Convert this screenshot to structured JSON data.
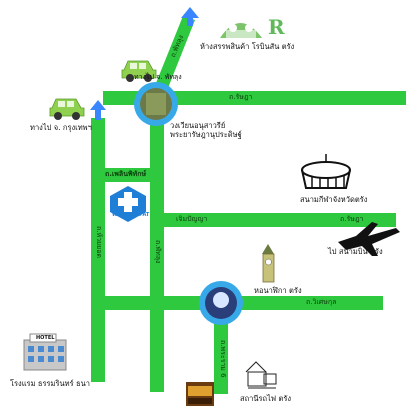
{
  "colors": {
    "road": "#2fc93f",
    "road_edge": "#23a52f",
    "circle_ring": "#38a9e8",
    "arrow": "#3a86ff",
    "car": "#8fd14f",
    "plane": "#111111"
  },
  "roads": {
    "thanon_rueng_rat_top": "ถ.รัษฎา",
    "thanon_rueng_rat_right": "ถ.รัษฎา",
    "thanon_phetkasem": "ถ.เพลินพิทักษ์",
    "thanon_ching_phaya": "เจิมปัญญา",
    "thanon_wisetkul": "ถ.วิเศษกุล",
    "thanon_phattalung_v": "ถ.พัทลุง",
    "thanon_phattalung_top": "ถ.พัทลุง",
    "thanon_huai_yot": "ถ.ห้วยยอด",
    "thanon_phraram6": "ถ.พระราม 6"
  },
  "places": {
    "mall": "ห้างสรรพสินค้า โรบินสัน ตรัง",
    "monument_line1": "วงเวียนอนุสาวรีย์",
    "monument_line2": "พระยารัษฎานุประดิษฐ์",
    "stadium": "สนามกีฬาจังหวัดตรัง",
    "airport": "ไป สนามบิน ตรัง",
    "clock_tower": "หอนาฬิกา ตรัง",
    "station": "สถานีรถไฟ ตรัง",
    "hotel": "โรงแรม ธรรมรินทร์ ธนา",
    "hotel_sign": "HOTEL",
    "to_phattalung": "ทางไป จ. พัทลุง",
    "to_bangkok": "ทางไป จ. กรุงเทพฯ",
    "hospital": "WATTANAPAT"
  },
  "icons": {
    "mall": "robinson-logo-icon",
    "car_top": "car-icon",
    "car_left": "car-icon",
    "arrow_top": "arrow-up-icon",
    "arrow_left": "arrow-up-icon",
    "monument": "monument-photo-icon",
    "clock_tower": "clock-tower-icon",
    "stadium": "stadium-icon",
    "plane": "airplane-icon",
    "hospital": "hospital-cross-icon",
    "hotel": "hotel-building-icon",
    "station": "train-station-icon",
    "photo": "photo-thumbnail-icon"
  }
}
